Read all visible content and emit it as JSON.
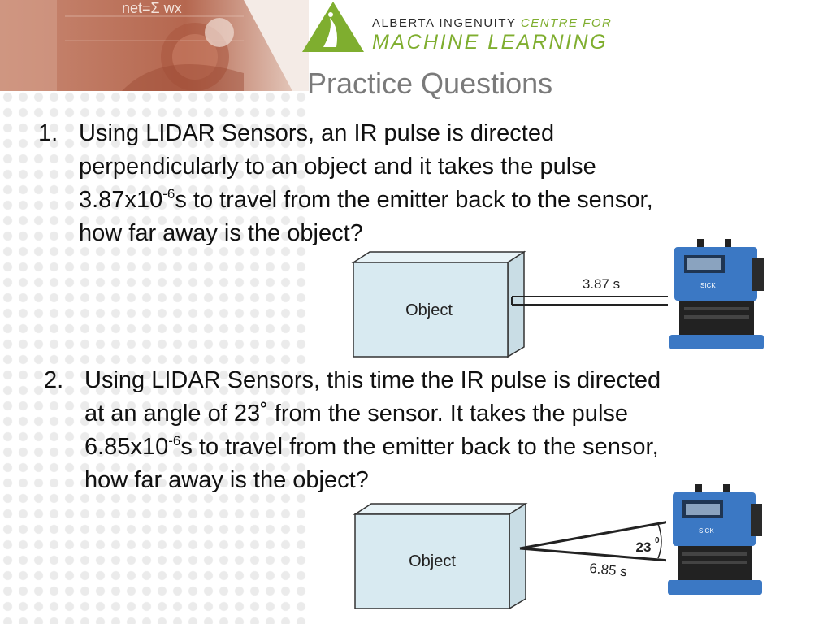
{
  "header": {
    "logo_line1_main": "ALBERTA INGENUITY",
    "logo_line1_accent": "CENTRE FOR",
    "logo_line2": "MACHINE LEARNING",
    "title": "Practice Questions",
    "banner_formula": "net=Σ wx"
  },
  "questions": [
    {
      "number": "1.",
      "line1": "Using LIDAR Sensors, an IR pulse is directed",
      "line2": "perpendicularly to an object and it takes the pulse",
      "line3_pre": "3.87x10",
      "line3_exp": "-6",
      "line3_post": "s to travel from the emitter back to the sensor,",
      "line4": "how far away is the object?",
      "diagram": {
        "object_label": "Object",
        "time_label": "3.87 s",
        "sensor_brand": "SICK"
      }
    },
    {
      "number": "2.",
      "line1": "Using LIDAR Sensors, this time the IR pulse is directed",
      "line2": "at an angle of 23˚  from the sensor. It takes the pulse",
      "line3_pre": "6.85x10",
      "line3_exp": "-6",
      "line3_post": "s to travel from the emitter back to the sensor,",
      "line4": "how far away is the object?",
      "diagram": {
        "object_label": "Object",
        "time_label": "6.85 s",
        "angle_label": "23",
        "angle_unit": "0",
        "sensor_brand": "SICK"
      }
    }
  ]
}
